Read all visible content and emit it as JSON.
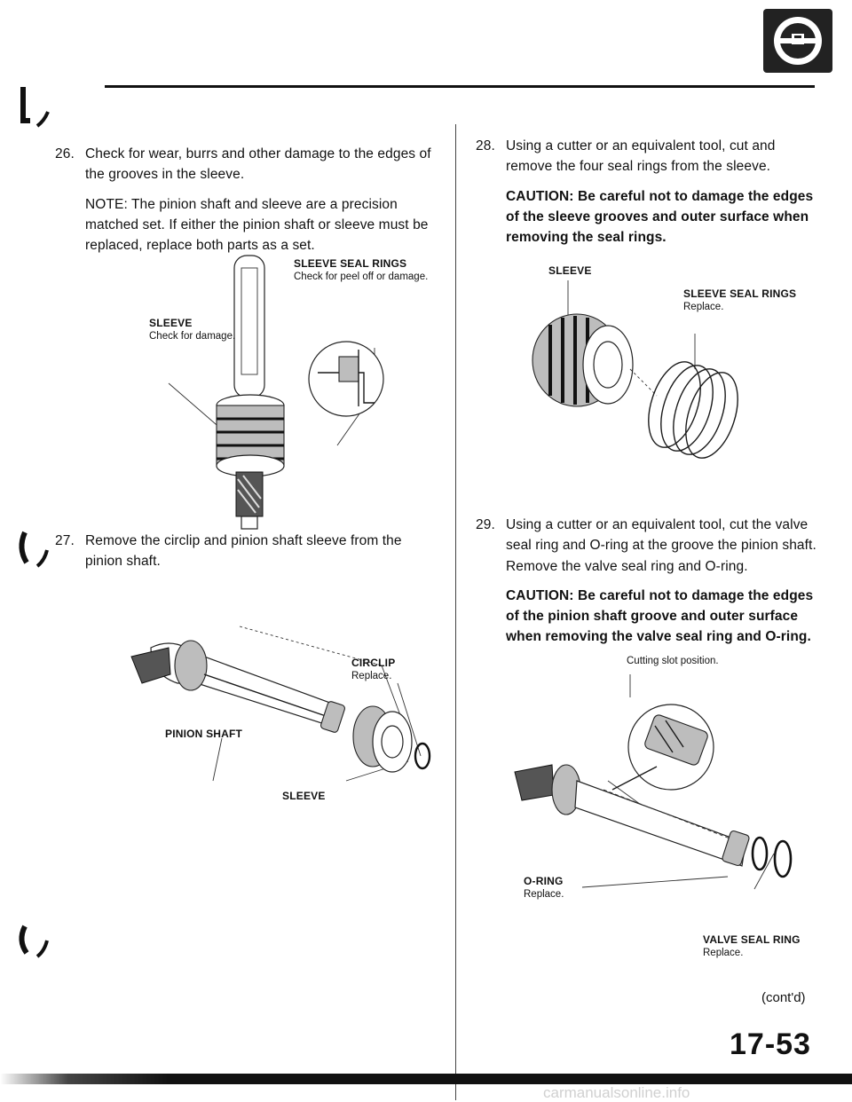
{
  "section_icon": "steering-wheel-icon",
  "colors": {
    "ink": "#111111",
    "icon_bg": "#222222"
  },
  "step26": {
    "number": "26.",
    "text": "Check for wear, burrs and other damage to the edges of the grooves in the sleeve.",
    "note": "NOTE: The pinion shaft and sleeve are a precision matched set. If either the pinion shaft or sleeve must be replaced, replace both parts as a set."
  },
  "fig1": {
    "rings_title": "SLEEVE SEAL RINGS",
    "rings_desc": "Check for peel off or damage.",
    "sleeve_title": "SLEEVE",
    "sleeve_desc": "Check for damage."
  },
  "step27": {
    "number": "27.",
    "text": "Remove the circlip and pinion shaft sleeve from the pinion shaft."
  },
  "fig2": {
    "circlip_title": "CIRCLIP",
    "circlip_desc": "Replace.",
    "pinion_title": "PINION SHAFT",
    "sleeve_title": "SLEEVE"
  },
  "step28": {
    "number": "28.",
    "text": "Using a cutter or an equivalent tool, cut and remove the four seal rings from the sleeve.",
    "caution": "CAUTION: Be careful not to damage the edges of the sleeve grooves and outer surface when removing the seal rings."
  },
  "fig3": {
    "sleeve_title": "SLEEVE",
    "rings_title": "SLEEVE SEAL RINGS",
    "rings_desc": "Replace."
  },
  "step29": {
    "number": "29.",
    "text": "Using a cutter or an equivalent tool, cut the valve seal ring and O-ring at the groove the pinion shaft. Remove the valve seal ring and O-ring.",
    "caution": "CAUTION: Be careful not to damage the edges of the pinion shaft groove and outer surface when removing the valve seal ring and O-ring."
  },
  "fig4": {
    "cutting_desc": "Cutting slot position.",
    "oring_title": "O-RING",
    "oring_desc": "Replace.",
    "valve_title": "VALVE SEAL RING",
    "valve_desc": "Replace."
  },
  "footer": {
    "cont": "(cont'd)",
    "page_number": "17-53",
    "watermark": "carmanualsonline.info"
  }
}
